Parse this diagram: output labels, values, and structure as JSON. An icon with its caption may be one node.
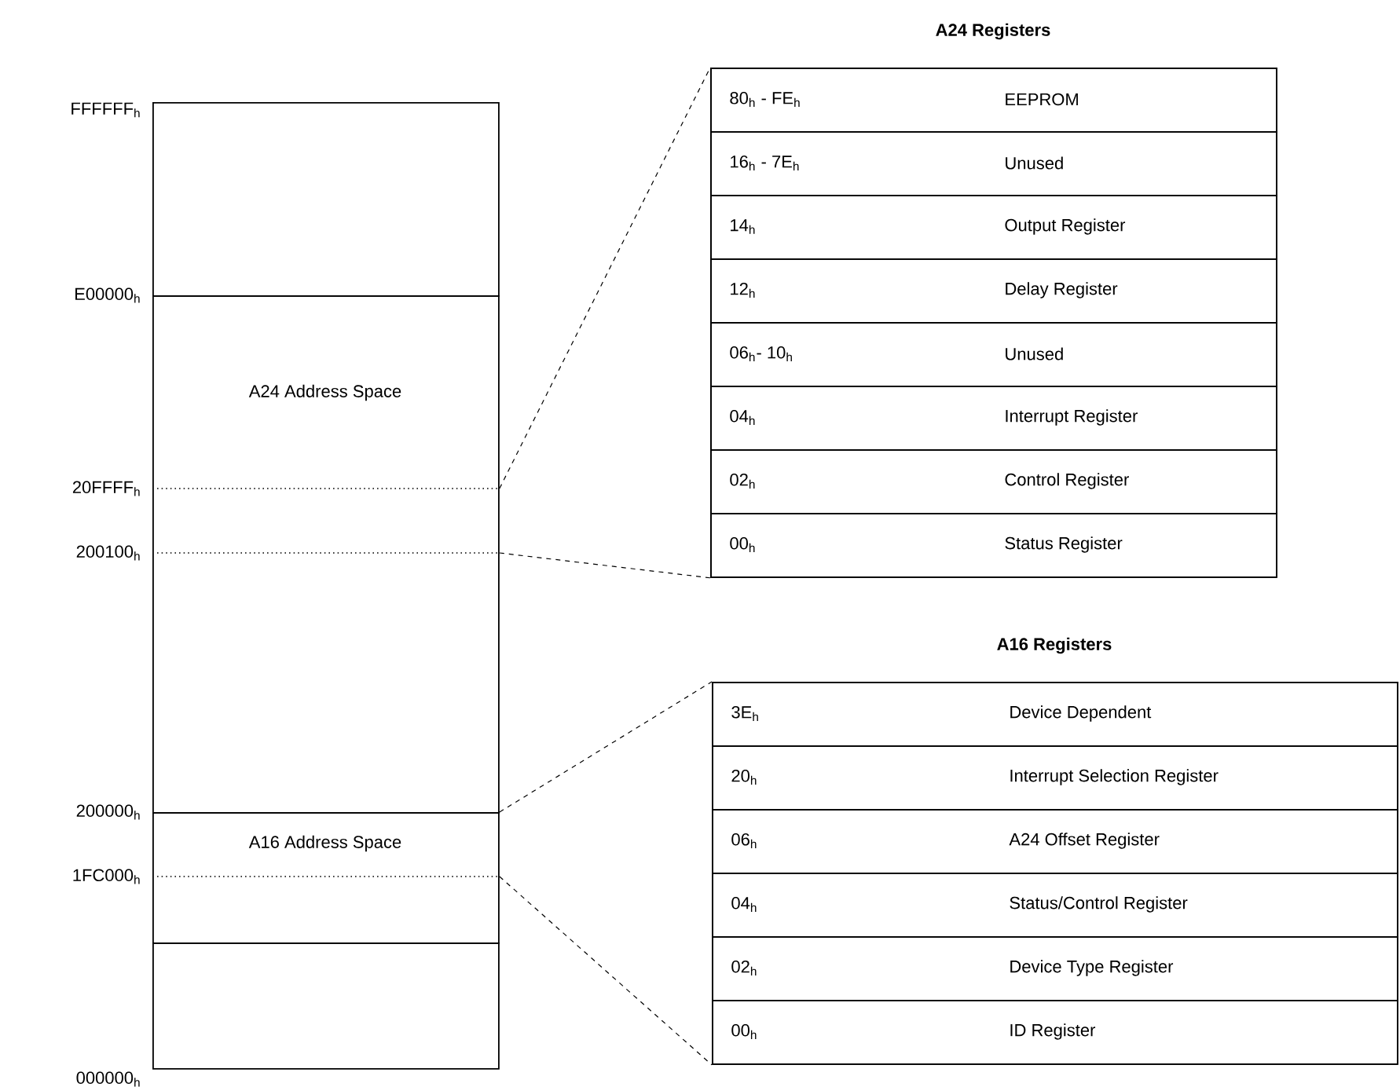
{
  "diagram": {
    "nodes": [
      {
        "text": [],
        "shape": "box"
      },
      {
        "text": [
          "A24 Address Space"
        ]
      },
      {
        "text": [
          "A16 Address Space"
        ]
      },
      {
        "text": [],
        "shape": "box"
      },
      {
        "text": [
          "A24 Registers"
        ]
      },
      {
        "text": [
          "80$_{h}$ - FE$_{h}$",
          "EEPROM"
        ],
        "in": 4
      },
      {
        "text": [
          "16$_{h}$ - 7E$_{h}$",
          "Unused"
        ],
        "in": 4
      },
      {
        "text": [
          "14$_{h}$",
          "Output Register"
        ],
        "in": 4
      },
      {
        "text": [
          "12$_{h}$",
          "Delay Register"
        ],
        "in": 4
      },
      {
        "text": [
          "06$_{h}$- 10$_{h}$",
          "Unused"
        ],
        "in": 4
      },
      {
        "text": [
          "04$_{h}$",
          "Interrupt Register"
        ],
        "in": 4
      },
      {
        "text": [
          "02$_{h}$",
          "Control Register"
        ],
        "in": 4
      },
      {
        "text": [
          "00$_{h}$",
          "Status Register"
        ],
        "in": 4
      },
      {
        "text": [
          "A16 Registers"
        ]
      },
      {
        "text": [
          "3E$_{h}$",
          "Device Dependent"
        ],
        "in": 13
      },
      {
        "text": [
          "20$_{h}$",
          "Interrupt Selection Register"
        ],
        "in": 13
      },
      {
        "text": [
          "06$_{h}$",
          "A24 Offset Register"
        ],
        "in": 13
      },
      {
        "text": [
          "04$_{h}$",
          "Status/Control Register"
        ],
        "in": 13
      },
      {
        "text": [
          "02$_{h}$",
          "Device Type Register"
        ],
        "in": 13
      },
      {
        "text": [
          "00$_{h}$",
          "ID Register"
        ],
        "in": 13
      }
    ],
    "edges": [
      {
        "from": 1,
        "to": 4,
        "arrow": "none",
        "style": "dashed"
      },
      {
        "from": 1,
        "to": 4,
        "arrow": "none",
        "style": "dashed"
      },
      {
        "from": 2,
        "to": 13,
        "arrow": "none",
        "style": "dashed"
      },
      {
        "from": 2,
        "to": 13,
        "arrow": "none",
        "style": "dashed"
      }
    ],
    "labels": [
      "FFFFFF$_{h}$",
      "E00000$_{h}$",
      "20FFFF$_{h}$",
      "200100$_{h}$",
      "200000$_{h}$",
      "1FC000$_{h}$",
      "000000$_{h}$"
    ]
  }
}
